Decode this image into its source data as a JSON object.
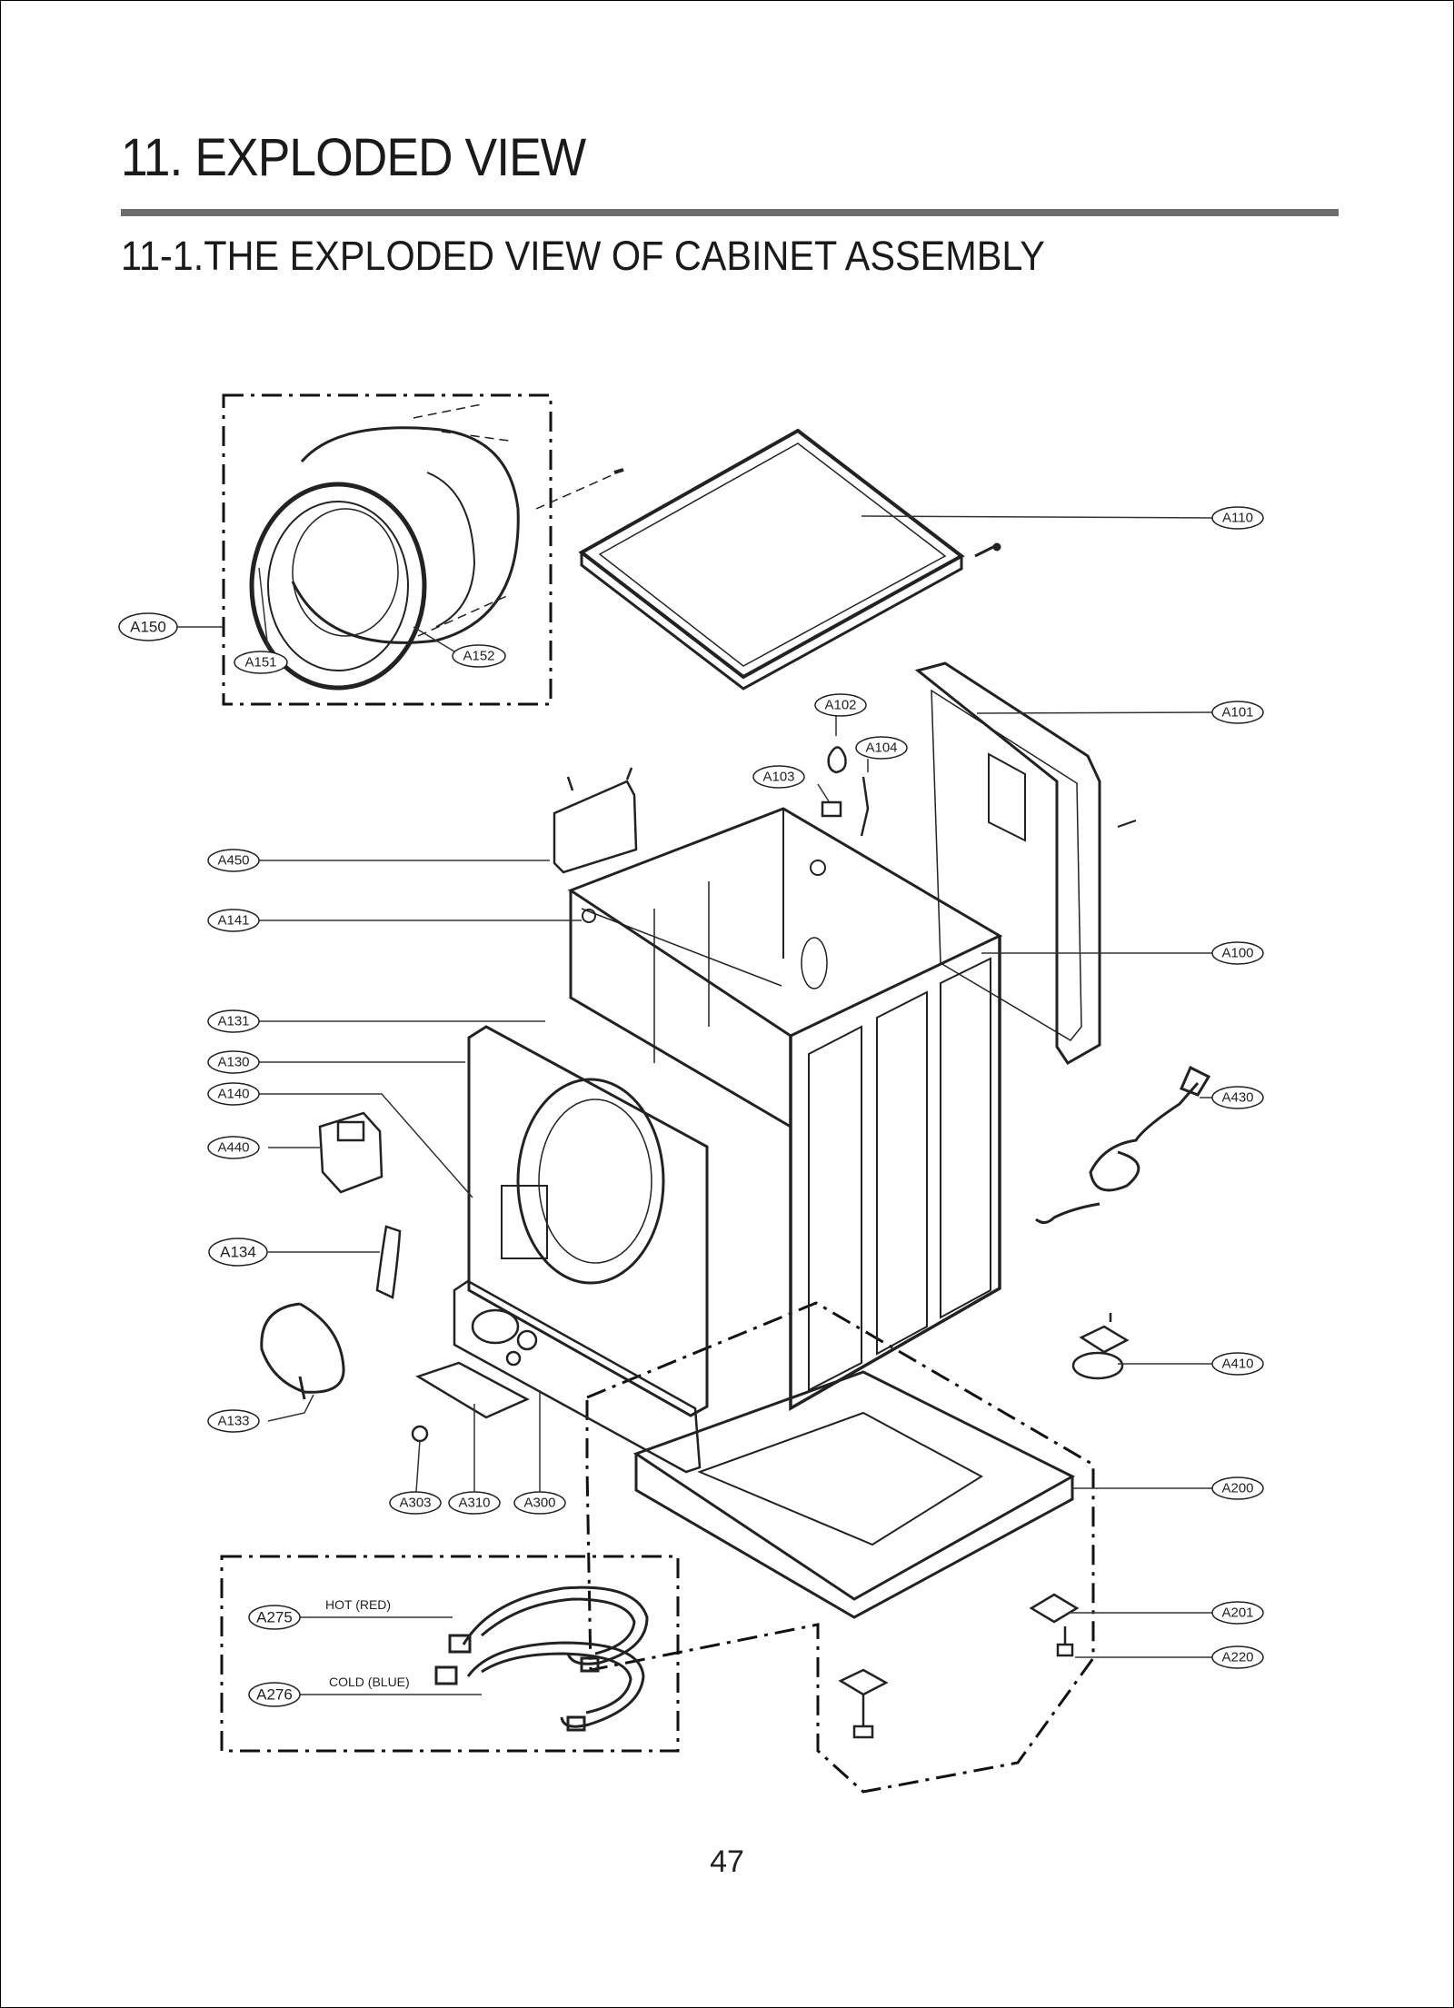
{
  "header": {
    "title": "11. EXPLODED VIEW",
    "subtitle": "11-1.THE EXPLODED VIEW OF CABINET ASSEMBLY"
  },
  "callouts": [
    {
      "id": "A110",
      "label": "A110"
    },
    {
      "id": "A150",
      "label": "A150"
    },
    {
      "id": "A151",
      "label": "A151"
    },
    {
      "id": "A152",
      "label": "A152"
    },
    {
      "id": "A102",
      "label": "A102"
    },
    {
      "id": "A101",
      "label": "A101"
    },
    {
      "id": "A104",
      "label": "A104"
    },
    {
      "id": "A103",
      "label": "A103"
    },
    {
      "id": "A450",
      "label": "A450"
    },
    {
      "id": "A141",
      "label": "A141"
    },
    {
      "id": "A100",
      "label": "A100"
    },
    {
      "id": "A131",
      "label": "A131"
    },
    {
      "id": "A130",
      "label": "A130"
    },
    {
      "id": "A140",
      "label": "A140"
    },
    {
      "id": "A430",
      "label": "A430"
    },
    {
      "id": "A440",
      "label": "A440"
    },
    {
      "id": "A134",
      "label": "A134"
    },
    {
      "id": "A410",
      "label": "A410"
    },
    {
      "id": "A133",
      "label": "A133"
    },
    {
      "id": "A200",
      "label": "A200"
    },
    {
      "id": "A303",
      "label": "A303"
    },
    {
      "id": "A310",
      "label": "A310"
    },
    {
      "id": "A300",
      "label": "A300"
    },
    {
      "id": "A201",
      "label": "A201"
    },
    {
      "id": "A275",
      "label": "A275"
    },
    {
      "id": "A220",
      "label": "A220"
    },
    {
      "id": "A276",
      "label": "A276"
    }
  ],
  "hose_notes": {
    "hot": "HOT (RED)",
    "cold": "COLD (BLUE)"
  },
  "footer": {
    "page_number": "47"
  }
}
